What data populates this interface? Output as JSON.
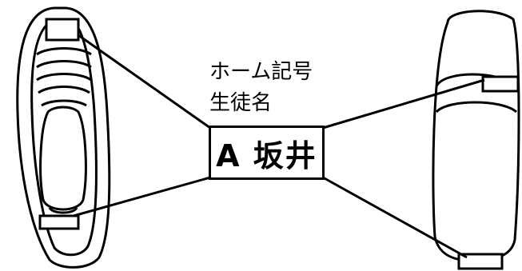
{
  "labels": {
    "home_code": "ホーム記号",
    "student_name": "生徒名"
  },
  "name_tag": {
    "text": "A 坂井"
  },
  "icons": {
    "left_object": "slipper-top-view",
    "right_object": "slipper-side-view"
  }
}
